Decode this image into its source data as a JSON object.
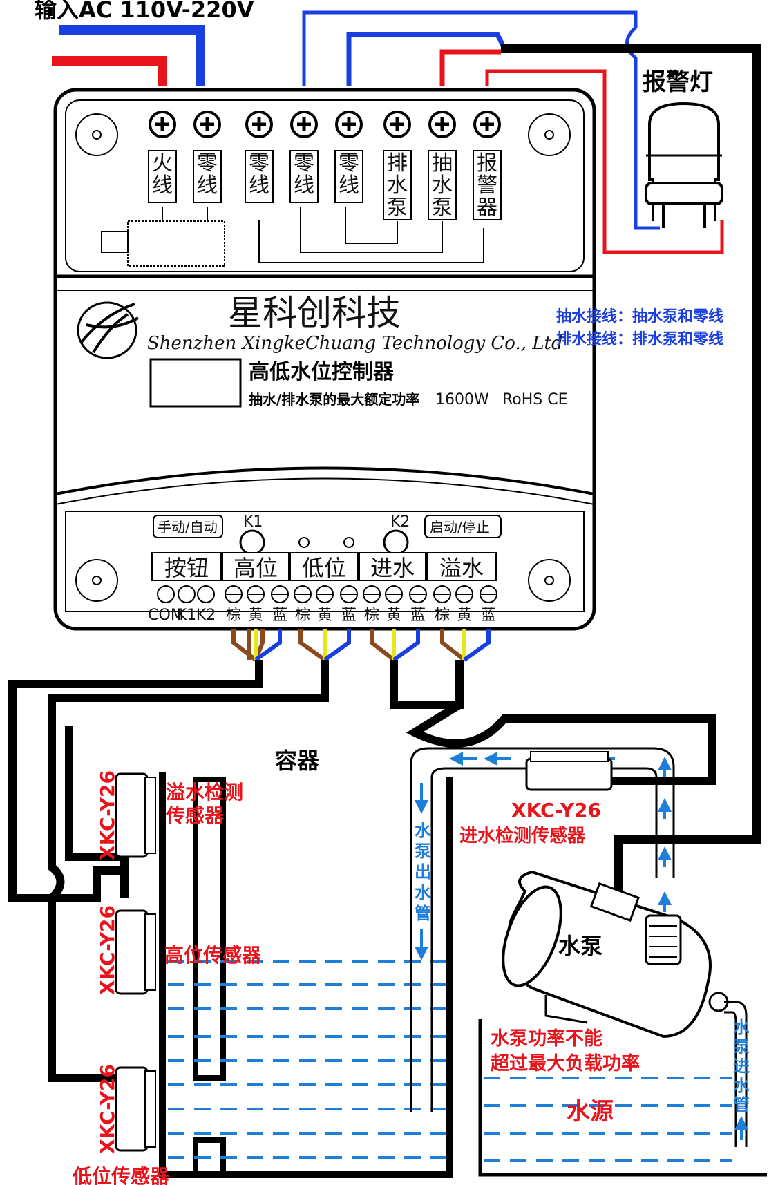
{
  "header": {
    "input_label": "输入AC 110V-220V"
  },
  "alarm_lamp": {
    "label": "报警灯"
  },
  "wiring_notes": {
    "pump_in": "抽水接线：抽水泵和零线",
    "pump_out": "排水接线：排水泵和零线"
  },
  "terminals": [
    {
      "chars": [
        "火",
        "线"
      ]
    },
    {
      "chars": [
        "零",
        "线"
      ]
    },
    {
      "chars": [
        "零",
        "线"
      ]
    },
    {
      "chars": [
        "零",
        "线"
      ]
    },
    {
      "chars": [
        "零",
        "线"
      ]
    },
    {
      "chars": [
        "排",
        "水",
        "泵"
      ]
    },
    {
      "chars": [
        "抽",
        "水",
        "泵"
      ]
    },
    {
      "chars": [
        "报",
        "警",
        "器"
      ]
    }
  ],
  "controller": {
    "brand_cn": "星科创科技",
    "brand_en": "Shenzhen XingkeChuang Technology Co., Ltd",
    "product_name": "高低水位控制器",
    "power_spec": "抽水/排水泵的最大额定功率",
    "power_value": "1600W",
    "certs": "RoHS CE",
    "k1_label": "K1",
    "k2_label": "K2",
    "manual_auto": "手动/自动",
    "start_stop": "启动/停止",
    "groups": [
      "按钮",
      "高位",
      "低位",
      "进水",
      "溢水"
    ],
    "bottom_labels": [
      "COM",
      "K1",
      "K2",
      "棕",
      "黄",
      "蓝",
      "棕",
      "黄",
      "蓝",
      "棕",
      "黄",
      "蓝",
      "棕",
      "黄",
      "蓝"
    ]
  },
  "tank": {
    "label": "容器",
    "sensor_model": "XKC-Y26",
    "overflow_sensor": [
      "溢水检测",
      "传感器"
    ],
    "high_sensor": "高位传感器",
    "low_sensor": "低位传感器",
    "outlet_pipe": [
      "水",
      "泵",
      "出",
      "水",
      "管"
    ]
  },
  "pump": {
    "label": "水泵",
    "inlet_sensor_model": "XKC-Y26",
    "inlet_sensor": "进水检测传感器",
    "power_warning": [
      "水泵功率不能",
      "超过最大负载功率"
    ],
    "inlet_pipe": [
      "水",
      "泵",
      "进",
      "水",
      "管"
    ]
  },
  "water_source": {
    "label": "水源"
  },
  "colors": {
    "red": "#e8141c",
    "blue": "#1a3fe0",
    "sky": "#1e7fd8",
    "brown": "#8b4a1c",
    "yellow": "#e6e619"
  }
}
